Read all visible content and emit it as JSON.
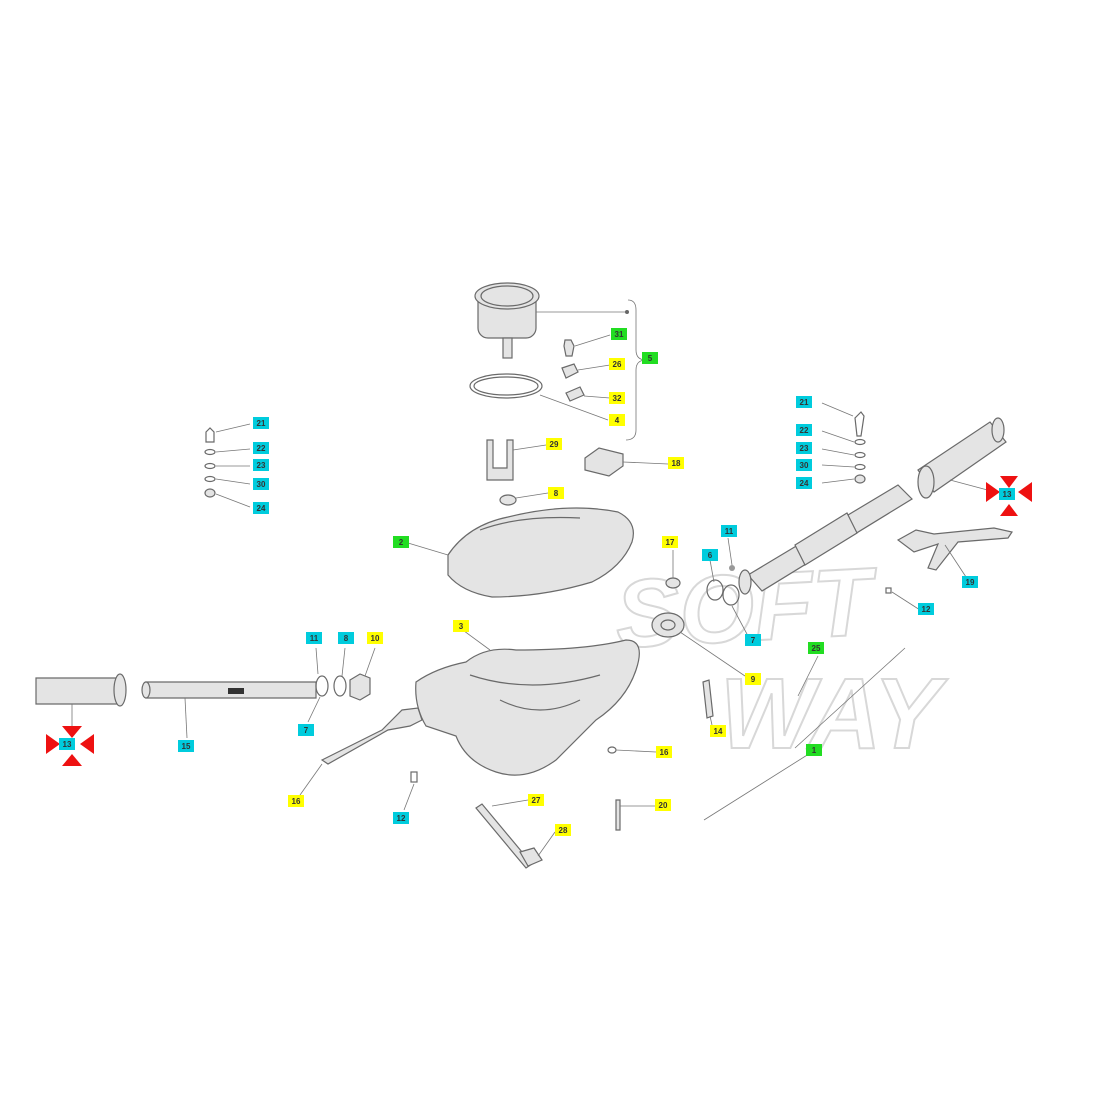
{
  "watermark": {
    "line1": "SOFT",
    "line2": "WAY"
  },
  "colors": {
    "yellow": "#ffff00",
    "cyan": "#00ccdd",
    "green": "#22dd22",
    "marker": "#ee1111",
    "line": "#6a6a6a"
  },
  "tags": [
    {
      "id": "t31",
      "text": "31",
      "color": "green"
    },
    {
      "id": "t5",
      "text": "5",
      "color": "green"
    },
    {
      "id": "t26",
      "text": "26",
      "color": "yellow"
    },
    {
      "id": "t32",
      "text": "32",
      "color": "yellow"
    },
    {
      "id": "t4",
      "text": "4",
      "color": "yellow"
    },
    {
      "id": "t29",
      "text": "29",
      "color": "yellow"
    },
    {
      "id": "t18",
      "text": "18",
      "color": "yellow"
    },
    {
      "id": "t8a",
      "text": "8",
      "color": "yellow"
    },
    {
      "id": "tL21",
      "text": "21",
      "color": "cyan"
    },
    {
      "id": "tL22",
      "text": "22",
      "color": "cyan"
    },
    {
      "id": "tL23",
      "text": "23",
      "color": "cyan"
    },
    {
      "id": "tL30",
      "text": "30",
      "color": "cyan"
    },
    {
      "id": "tL24",
      "text": "24",
      "color": "cyan"
    },
    {
      "id": "tR21",
      "text": "21",
      "color": "cyan"
    },
    {
      "id": "tR22",
      "text": "22",
      "color": "cyan"
    },
    {
      "id": "tR23",
      "text": "23",
      "color": "cyan"
    },
    {
      "id": "tR30",
      "text": "30",
      "color": "cyan"
    },
    {
      "id": "tR24",
      "text": "24",
      "color": "cyan"
    },
    {
      "id": "tR13",
      "text": "13",
      "color": "cyan"
    },
    {
      "id": "t2",
      "text": "2",
      "color": "green"
    },
    {
      "id": "t17",
      "text": "17",
      "color": "yellow"
    },
    {
      "id": "t6",
      "text": "6",
      "color": "cyan"
    },
    {
      "id": "t11a",
      "text": "11",
      "color": "cyan"
    },
    {
      "id": "t19",
      "text": "19",
      "color": "cyan"
    },
    {
      "id": "t12a",
      "text": "12",
      "color": "cyan"
    },
    {
      "id": "t7a",
      "text": "7",
      "color": "cyan"
    },
    {
      "id": "t3",
      "text": "3",
      "color": "yellow"
    },
    {
      "id": "t9",
      "text": "9",
      "color": "yellow"
    },
    {
      "id": "t25",
      "text": "25",
      "color": "green"
    },
    {
      "id": "t11b",
      "text": "11",
      "color": "cyan"
    },
    {
      "id": "t8b",
      "text": "8",
      "color": "cyan"
    },
    {
      "id": "t10",
      "text": "10",
      "color": "yellow"
    },
    {
      "id": "t7b",
      "text": "7",
      "color": "cyan"
    },
    {
      "id": "t15",
      "text": "15",
      "color": "cyan"
    },
    {
      "id": "tL13",
      "text": "13",
      "color": "cyan"
    },
    {
      "id": "t14",
      "text": "14",
      "color": "yellow"
    },
    {
      "id": "t16a",
      "text": "16",
      "color": "yellow"
    },
    {
      "id": "t1",
      "text": "1",
      "color": "green"
    },
    {
      "id": "t16b",
      "text": "16",
      "color": "yellow"
    },
    {
      "id": "t27",
      "text": "27",
      "color": "yellow"
    },
    {
      "id": "t12b",
      "text": "12",
      "color": "cyan"
    },
    {
      "id": "t20",
      "text": "20",
      "color": "yellow"
    },
    {
      "id": "t28",
      "text": "28",
      "color": "yellow"
    }
  ]
}
